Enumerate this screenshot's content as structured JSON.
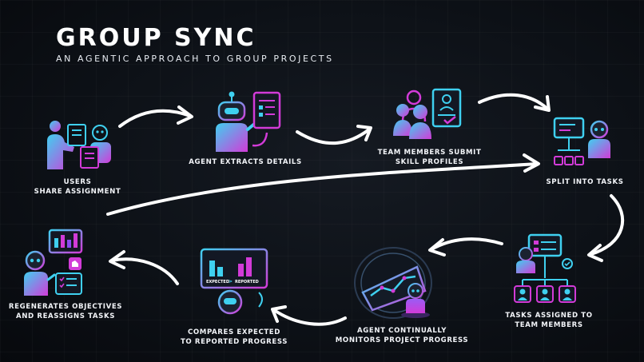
{
  "header": {
    "title": "GROUP SYNC",
    "subtitle": "AN AGENTIC APPROACH TO GROUP PROJECTS"
  },
  "steps": [
    {
      "label": "USERS\nSHARE ASSIGNMENT",
      "icon": "users-sharing-assignment-icon"
    },
    {
      "label": "AGENT EXTRACTS DETAILS",
      "icon": "robot-document-icon"
    },
    {
      "label": "TEAM MEMBERS SUBMIT\nSKILL PROFILES",
      "icon": "team-profile-icon"
    },
    {
      "label": "SPLIT INTO TASKS",
      "icon": "robot-split-board-icon"
    },
    {
      "label": "TASKS ASSIGNED TO\nTEAM MEMBERS",
      "icon": "task-assignment-tree-icon"
    },
    {
      "label": "AGENT CONTINUALLY\nMONITORS PROJECT PROGRESS",
      "icon": "robot-monitor-dashboard-icon"
    },
    {
      "label": "COMPARES EXPECTED\nTO REPORTED PROGRESS",
      "icon": "robot-compare-chart-icon"
    },
    {
      "label": "REGENERATES OBJECTIVES\nAND REASSIGNS TASKS",
      "icon": "robot-reassign-icon"
    }
  ],
  "chart_labels": {
    "expected": "EXPECTED",
    "reported": "REPORTED"
  },
  "colors": {
    "background": "#0d1117",
    "accent_cyan": "#3fd0f0",
    "accent_magenta": "#d23bd8",
    "accent_purple": "#8a4cf0",
    "arrow": "#ffffff"
  }
}
